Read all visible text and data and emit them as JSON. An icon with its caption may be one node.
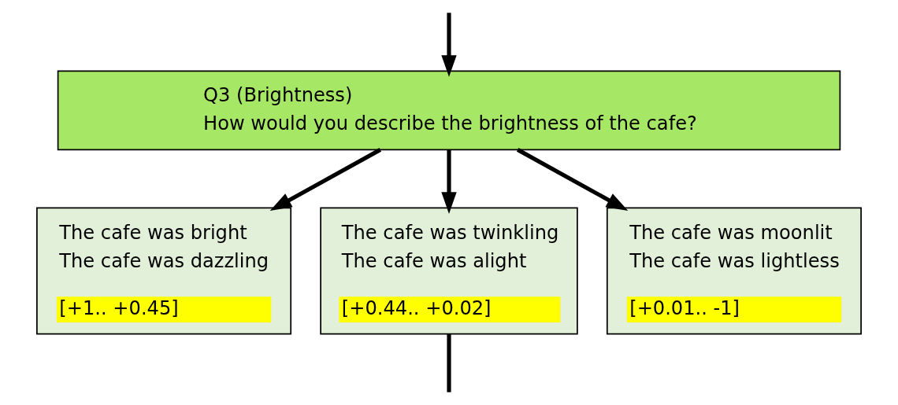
{
  "diagram": {
    "nodes": [
      {
        "text": [
          "Q3 (Brightness)",
          "How would you describe the brightness of the cafe?"
        ]
      },
      {
        "text": [
          "The cafe was bright",
          "The cafe was dazzling",
          "[+1.. +0.45]"
        ]
      },
      {
        "text": [
          "The cafe was twinkling",
          "The cafe was alight",
          "[+0.44.. +0.02]"
        ]
      },
      {
        "text": [
          "The cafe was moonlit",
          "The cafe was lightless",
          "[+0.01.. -1]"
        ]
      }
    ],
    "edges": [
      {
        "from": null,
        "to": 0,
        "arrow": "to"
      },
      {
        "from": 0,
        "to": 1,
        "arrow": "to"
      },
      {
        "from": 0,
        "to": 2,
        "arrow": "to"
      },
      {
        "from": 0,
        "to": 3,
        "arrow": "to"
      },
      {
        "from": 2,
        "to": null,
        "arrow": "none"
      }
    ]
  }
}
